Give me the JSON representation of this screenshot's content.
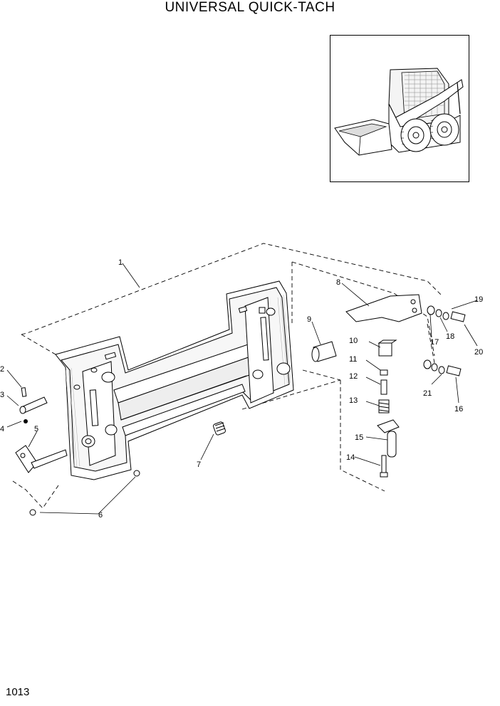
{
  "page": {
    "title": "UNIVERSAL QUICK-TACH",
    "page_number": "1013"
  },
  "callouts": [
    "1",
    "2",
    "3",
    "4",
    "5",
    "6",
    "7",
    "8",
    "9",
    "10",
    "11",
    "12",
    "13",
    "14",
    "15",
    "16",
    "17",
    "18",
    "19",
    "20",
    "21"
  ]
}
